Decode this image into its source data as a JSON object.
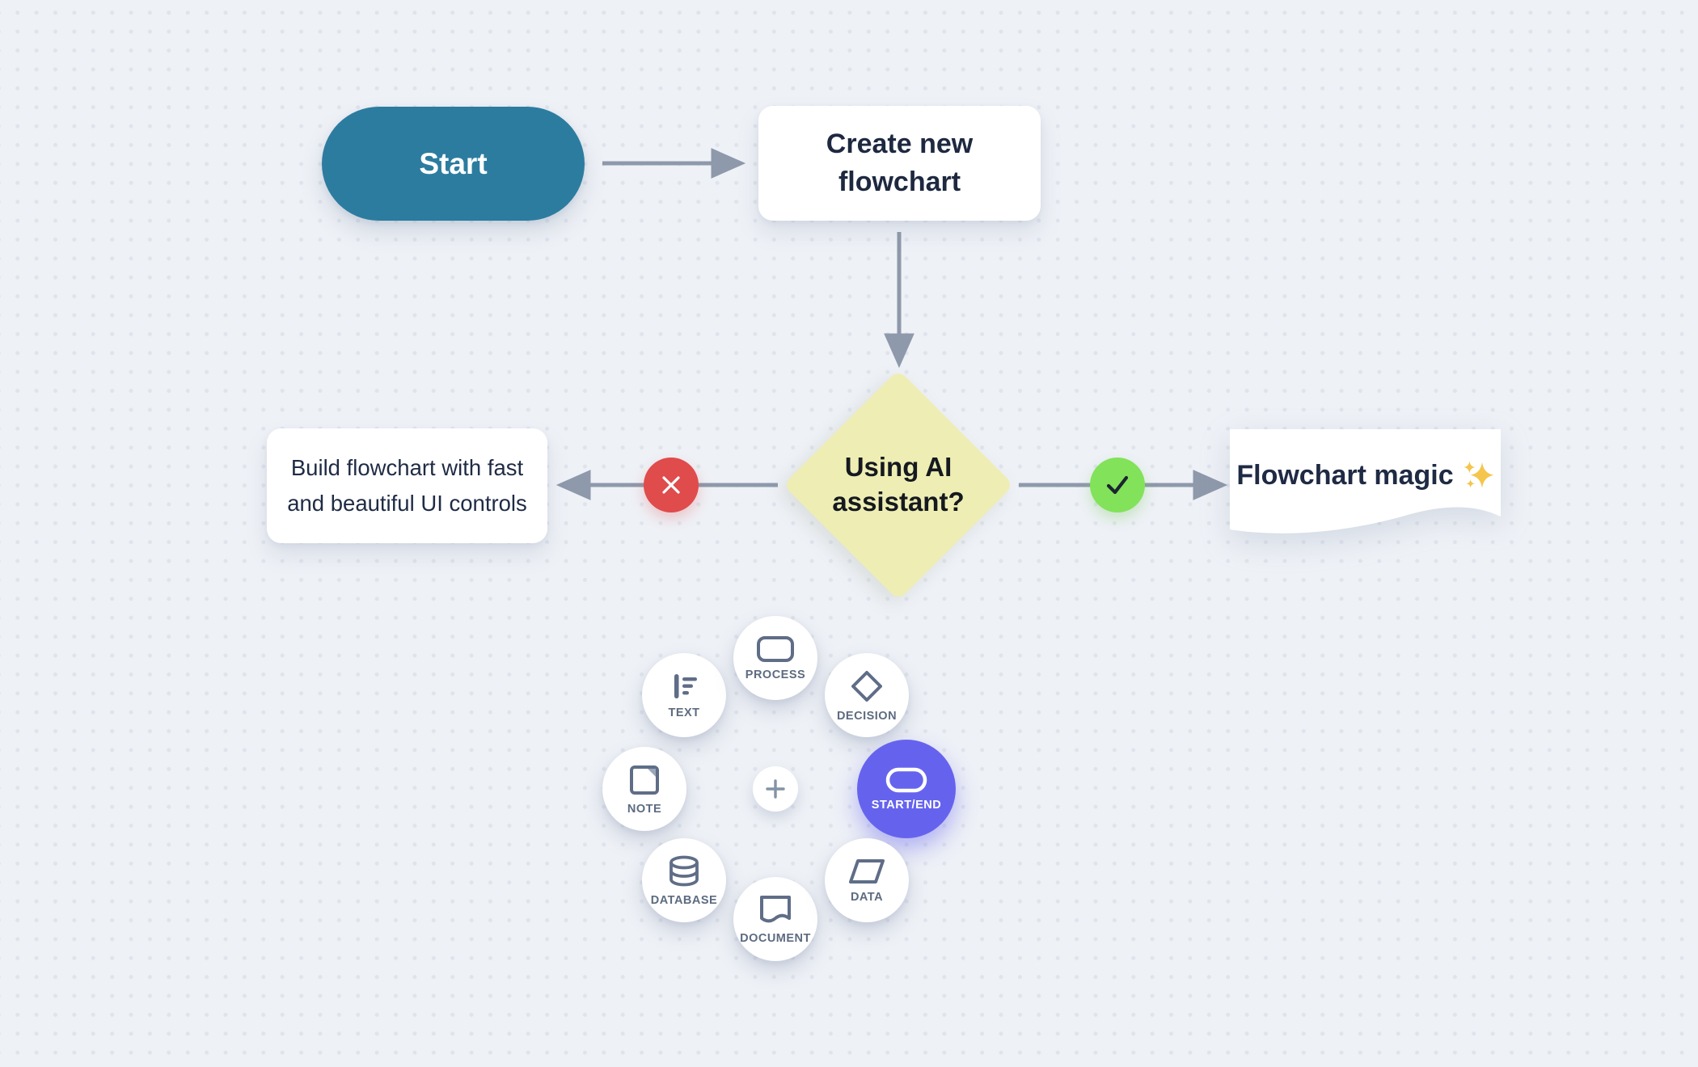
{
  "canvas": {
    "background_color": "#eef1f6",
    "dot_color": "#dfe3ec",
    "arrow_color": "#8e99ab"
  },
  "flowchart": {
    "nodes": {
      "start": {
        "label": "Start",
        "shape": "start-end",
        "fill": "#2c7ca0",
        "text_color": "#ffffff"
      },
      "create": {
        "label": "Create new flowchart",
        "shape": "process",
        "fill": "#ffffff"
      },
      "decision": {
        "label": "Using AI assistant?",
        "shape": "decision",
        "fill": "#eeeeb4"
      },
      "manual": {
        "label": "Build flowchart with fast and beautiful UI controls",
        "shape": "process",
        "fill": "#ffffff"
      },
      "magic": {
        "label": "Flowchart magic",
        "trailing_icon": "sparkles",
        "sparkle_char": "✨",
        "sparkle_color": "#f4c64d",
        "shape": "document",
        "fill": "#ffffff"
      }
    },
    "markers": {
      "no": {
        "icon": "x-mark",
        "color": "#e04b4b"
      },
      "yes": {
        "icon": "check-mark",
        "color": "#82e25a"
      }
    }
  },
  "radial_menu": {
    "center": {
      "icon": "plus"
    },
    "selected_color": "#6563ee",
    "icon_color": "#5f6d87",
    "items": [
      {
        "id": "text",
        "label": "TEXT",
        "selected": false
      },
      {
        "id": "process",
        "label": "PROCESS",
        "selected": false
      },
      {
        "id": "decision",
        "label": "DECISION",
        "selected": false
      },
      {
        "id": "note",
        "label": "NOTE",
        "selected": false
      },
      {
        "id": "start-end",
        "label": "START/END",
        "selected": true
      },
      {
        "id": "database",
        "label": "DATABASE",
        "selected": false
      },
      {
        "id": "document",
        "label": "DOCUMENT",
        "selected": false
      },
      {
        "id": "data",
        "label": "DATA",
        "selected": false
      }
    ]
  }
}
